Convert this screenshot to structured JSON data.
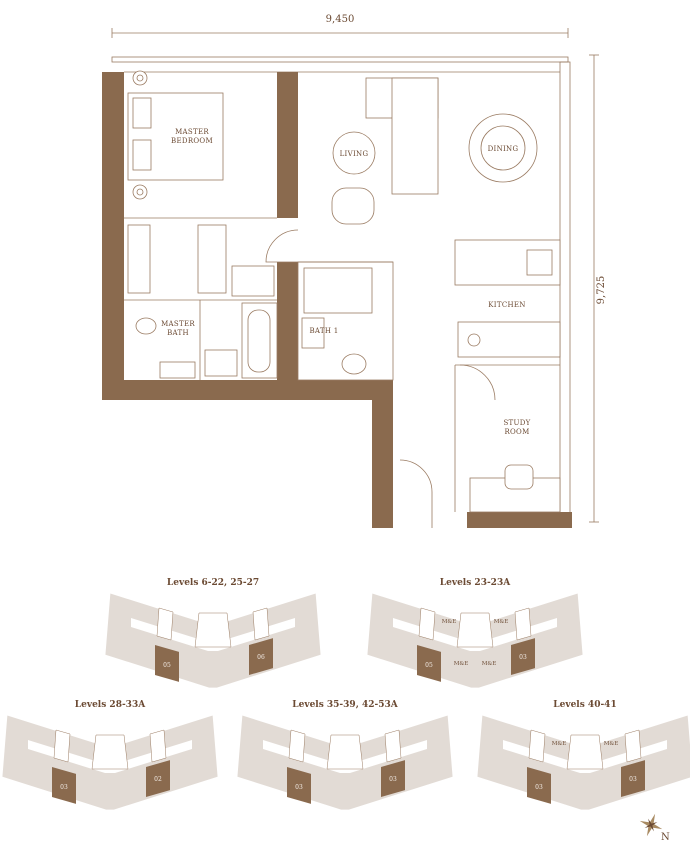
{
  "plan": {
    "dimensions": {
      "width": "9,450",
      "depth": "9,725"
    },
    "rooms": {
      "master_bedroom": [
        "MASTER",
        "BEDROOM"
      ],
      "living": "LIVING",
      "dining": "DINING",
      "kitchen": "KITCHEN",
      "bath1": "BATH 1",
      "master_bath": [
        "MASTER",
        "BATH"
      ],
      "study": [
        "STUDY",
        "ROOM"
      ]
    }
  },
  "key_plans": [
    {
      "title": "Levels 6-22, 25-27",
      "units": [
        "05",
        "06"
      ],
      "me_labels": []
    },
    {
      "title": "Levels 23-23A",
      "units": [
        "05",
        "03"
      ],
      "me_labels": [
        "M&E",
        "M&E",
        "M&E",
        "M&E"
      ]
    },
    {
      "title": "Levels 28-33A",
      "units": [
        "03",
        "02"
      ],
      "me_labels": []
    },
    {
      "title": "Levels 35-39, 42-53A",
      "units": [
        "03",
        "03"
      ],
      "me_labels": []
    },
    {
      "title": "Levels 40-41",
      "units": [
        "03",
        "03"
      ],
      "me_labels": [
        "M&E",
        "M&E"
      ]
    }
  ],
  "compass": {
    "label": "N"
  },
  "colors": {
    "wall": "#8a6a4e",
    "highlight": "#8a6a4e",
    "keyplan_fill": "#e2dbd5",
    "text": "#6b4a33"
  }
}
